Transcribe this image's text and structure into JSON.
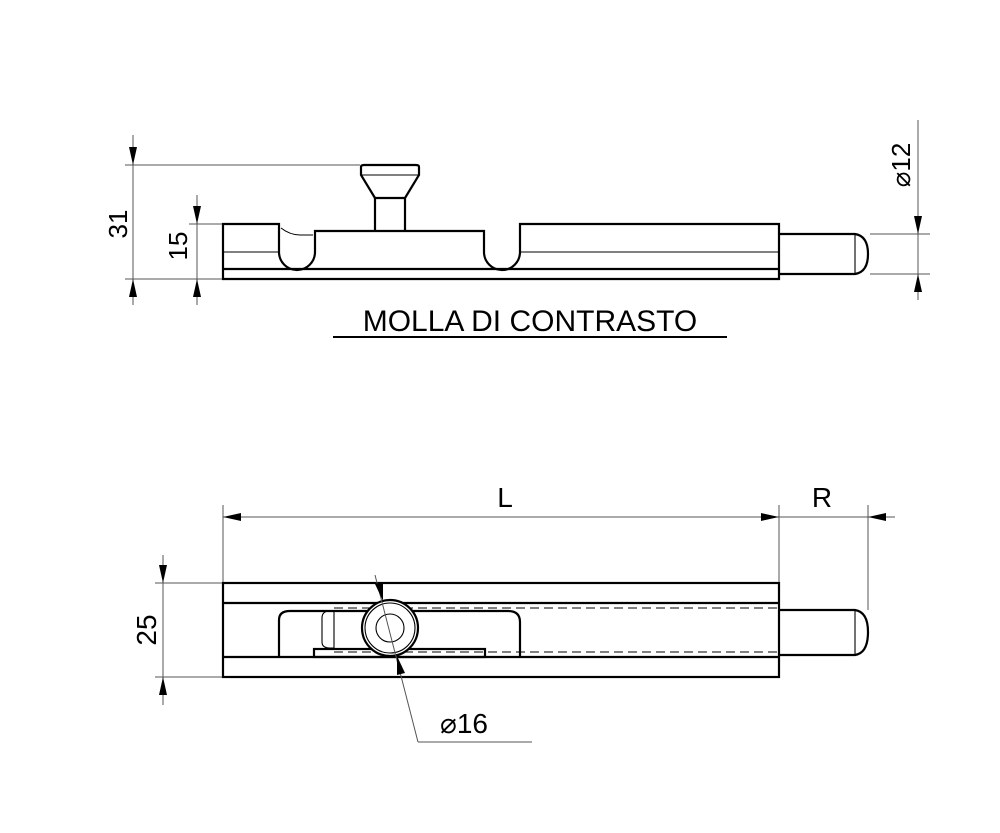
{
  "drawing": {
    "side_view": {
      "caption": "MOLLA DI CONTRASTO",
      "dimensions": {
        "height_total": "31",
        "height_body": "15",
        "pin_diameter": "⌀12"
      }
    },
    "top_view": {
      "dimensions": {
        "length": "L",
        "pin_extension": "R",
        "width": "25",
        "knob_diameter": "⌀16"
      }
    }
  }
}
